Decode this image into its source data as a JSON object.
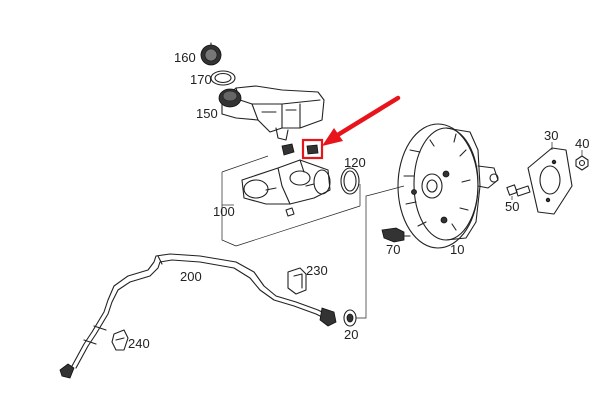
{
  "callouts": {
    "c160": "160",
    "c170": "170",
    "c150": "150",
    "c120": "120",
    "c100": "100",
    "c30": "30",
    "c40": "40",
    "c50": "50",
    "c70": "70",
    "c10": "10",
    "c200": "200",
    "c230": "230",
    "c20": "20",
    "c240": "240"
  },
  "highlight": {
    "color": "#e8141c"
  }
}
